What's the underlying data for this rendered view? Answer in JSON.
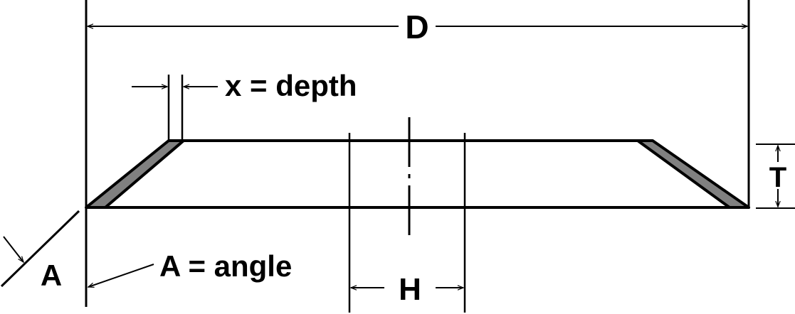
{
  "labels": {
    "diameter": "D",
    "depth": "x = depth",
    "thickness": "T",
    "hole": "H",
    "angle_symbol": "A",
    "angle": "A = angle"
  },
  "colors": {
    "line": "#000000",
    "abrasive_rim": "#808080"
  }
}
